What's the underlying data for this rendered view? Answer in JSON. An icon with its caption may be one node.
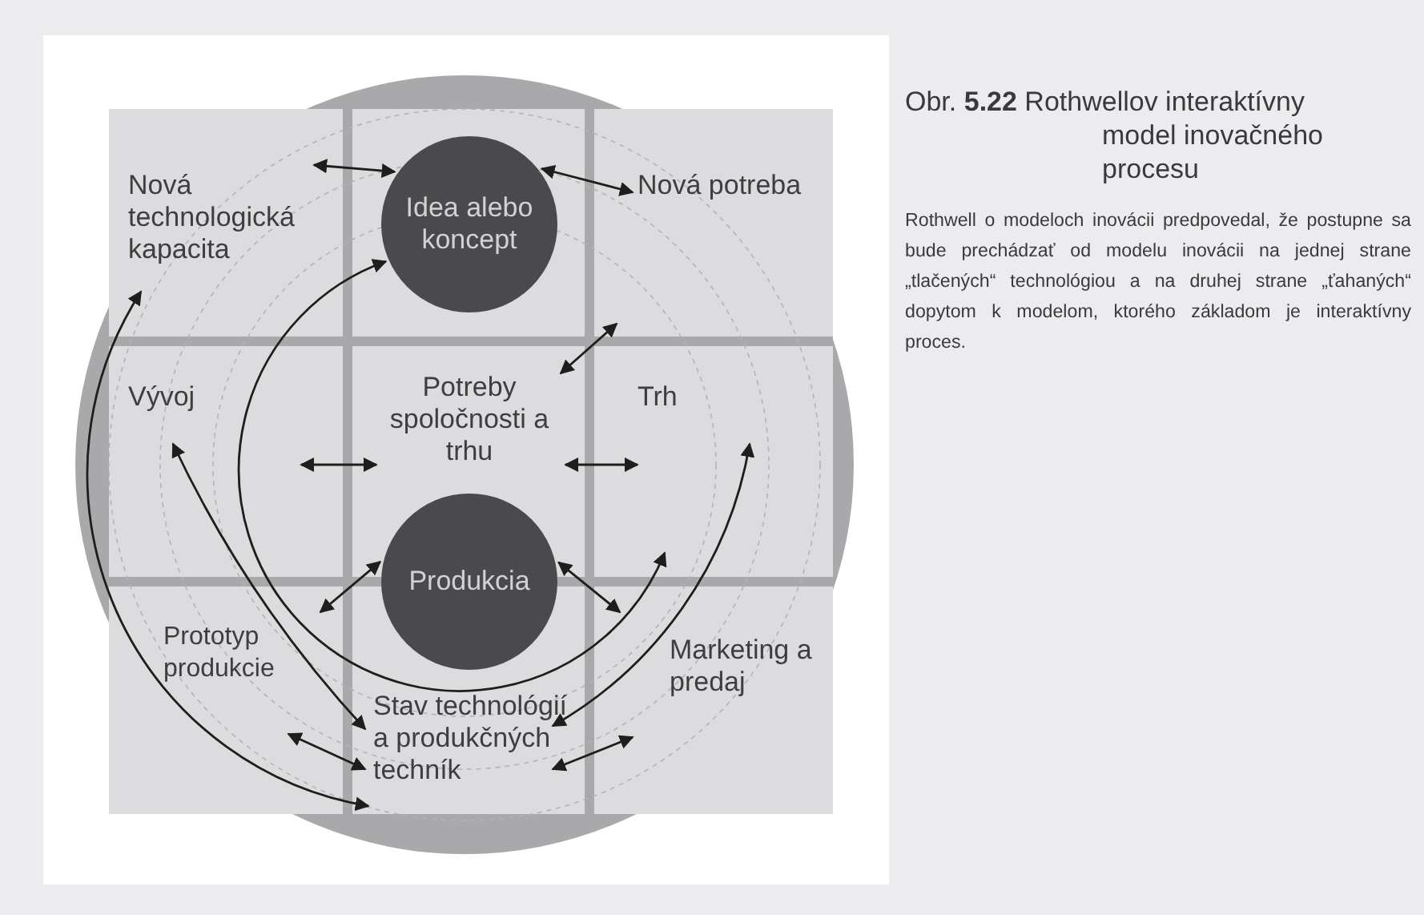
{
  "diagram": {
    "title": "Obr. **5.22** Rothwellov interaktívny model inovačného procesu",
    "caption": "Rothwell o modeloch inovácii predpovedal, že postupne sa bude prechádzať od modelu inovácii na jednej strane „tlačených“ technológiou a na druhej strane „ťahaných“ dopytom k modelom, ktorého základom je interaktívny proces.",
    "nodes": [
      {
        "text": [
          "Nová technologická kapacita"
        ]
      },
      {
        "text": [
          "Idea alebo koncept"
        ]
      },
      {
        "text": [
          "Nová potreba"
        ]
      },
      {
        "text": [
          "Vývoj"
        ]
      },
      {
        "text": [
          "Potreby spoločnosti a trhu"
        ]
      },
      {
        "text": [
          "Trh"
        ]
      },
      {
        "text": [
          "Produkcia"
        ]
      },
      {
        "text": [
          "Prototyp produkcie"
        ]
      },
      {
        "text": [
          "Stav technológií a produkčných techník"
        ]
      },
      {
        "text": [
          "Marketing a predaj"
        ]
      }
    ],
    "edges": [
      {
        "from": 0,
        "to": 1,
        "arrow": "both"
      },
      {
        "from": 1,
        "to": 2,
        "arrow": "both"
      },
      {
        "from": 0,
        "to": 8,
        "arrow": "both"
      },
      {
        "from": 3,
        "to": 8,
        "arrow": "both"
      },
      {
        "from": 1,
        "to": 5,
        "arrow": "both"
      },
      {
        "from": 5,
        "to": 8,
        "arrow": "both"
      },
      {
        "from": 4,
        "to": 2,
        "arrow": "both"
      },
      {
        "from": 3,
        "to": 4,
        "arrow": "both"
      },
      {
        "from": 4,
        "to": 5,
        "arrow": "both"
      },
      {
        "from": 6,
        "to": 7,
        "arrow": "both"
      },
      {
        "from": 6,
        "to": 9,
        "arrow": "both"
      },
      {
        "from": 7,
        "to": 8,
        "arrow": "both"
      },
      {
        "from": 9,
        "to": 8,
        "arrow": "both"
      }
    ]
  }
}
